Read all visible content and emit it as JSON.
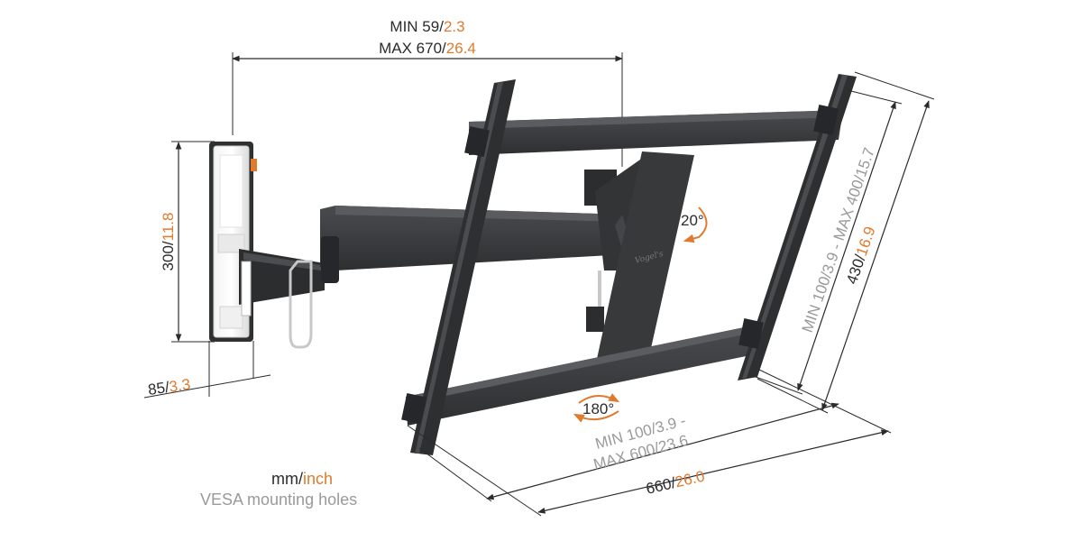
{
  "units": {
    "primary": "mm",
    "separator": "/",
    "secondary": "inch",
    "caption": "VESA mounting holes"
  },
  "dimensions": {
    "depth": {
      "min_prefix": "MIN 59/",
      "min_accent": "2.3",
      "max_prefix": "MAX 670/",
      "max_accent": "26.4"
    },
    "wall_height": {
      "prefix": "300/",
      "accent": "11.8"
    },
    "wall_depth": {
      "prefix": "85/",
      "accent": "3.3"
    },
    "vesa_vertical": {
      "text": "MIN 100/3.9 - MAX 400/15.7"
    },
    "total_height": {
      "prefix": "430/",
      "accent": "16.9"
    },
    "vesa_horizontal": {
      "line1": "MIN 100/3.9 -",
      "line2": "MAX 600/23.6"
    },
    "total_width": {
      "prefix": "660/",
      "accent": "26.0"
    }
  },
  "rotation": {
    "tilt": "20°",
    "swivel": "180°"
  },
  "colors": {
    "accent": "#e07a2e",
    "text": "#2b2b2b",
    "gray_text": "#9a9a9a",
    "mount": "#3a3b3d",
    "dimension_line": "#2b2b2b"
  },
  "icons": {
    "tilt": "curved-arrow-icon",
    "swivel": "rotate-arrows-icon"
  }
}
